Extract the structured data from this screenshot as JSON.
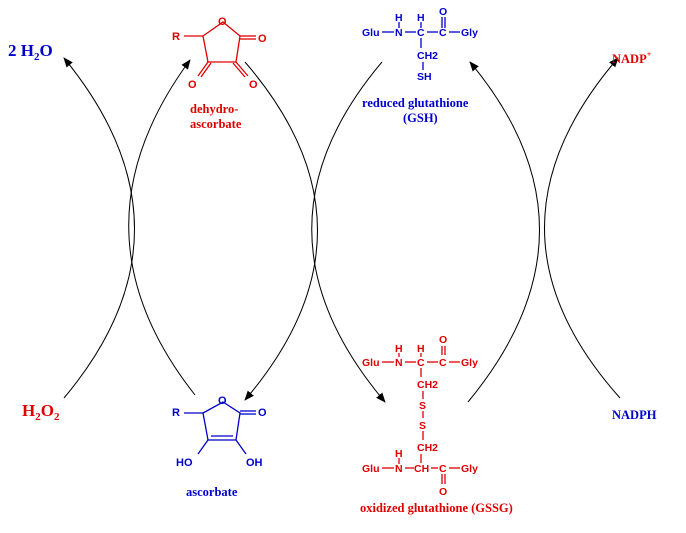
{
  "labels": {
    "water": "2 H",
    "water_sub": "2",
    "water_o": "O",
    "peroxide_h": "H",
    "peroxide_sub1": "2",
    "peroxide_o": "O",
    "peroxide_sub2": "2",
    "nadp": "NADP",
    "nadp_sup": "+",
    "nadph": "NADPH",
    "dehydro_line1": "dehydro-",
    "dehydro_line2": "ascorbate",
    "ascorbate": "ascorbate",
    "gsh_line1": "reduced glutathione",
    "gsh_line2": "(GSH)",
    "gssg": "oxidized glutathione (GSSG)"
  },
  "atoms": {
    "R": "R",
    "O": "O",
    "HO": "HO",
    "OH": "OH",
    "Glu": "Glu",
    "Gly": "Gly",
    "N": "N",
    "H": "H",
    "C": "C",
    "CH": "CH",
    "CH2": "CH2",
    "SH": "SH",
    "S": "S"
  },
  "colors": {
    "oxidized": "#e00000",
    "reduced": "#0000cc",
    "arrows": "#000000"
  }
}
